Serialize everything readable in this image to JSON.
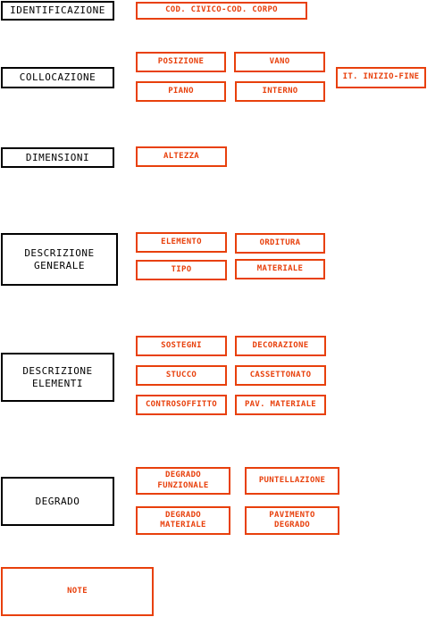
{
  "colors": {
    "category_border": "#000000",
    "field_border": "#e8400c"
  },
  "categories": {
    "identificazione": "IDENTIFICAZIONE",
    "collocazione": "COLLOCAZIONE",
    "dimensioni": "DIMENSIONI",
    "descrizione_generale": "DESCRIZIONE\nGENERALE",
    "descrizione_elementi": "DESCRIZIONE\nELEMENTI",
    "degrado": "DEGRADO"
  },
  "fields": {
    "cod_civico_corpo": "COD. CIVICO-COD. CORPO",
    "posizione": "POSIZIONE",
    "vano": "VANO",
    "it_inizio_fine": "IT. INIZIO-FINE",
    "piano": "PIANO",
    "interno": "INTERNO",
    "altezza": "ALTEZZA",
    "elemento": "ELEMENTO",
    "orditura": "ORDITURA",
    "tipo": "TIPO",
    "materiale": "MATERIALE",
    "sostegni": "SOSTEGNI",
    "decorazione": "DECORAZIONE",
    "stucco": "STUCCO",
    "cassettonato": "CASSETTONATO",
    "controsoffitto": "CONTROSOFFITTO",
    "pav_materiale": "PAV. MATERIALE",
    "degrado_funzionale": "DEGRADO\nFUNZIONALE",
    "puntellazione": "PUNTELLAZIONE",
    "degrado_materiale": "DEGRADO\nMATERIALE",
    "pavimento_degrado": "PAVIMENTO\nDEGRADO",
    "note": "NOTE"
  }
}
